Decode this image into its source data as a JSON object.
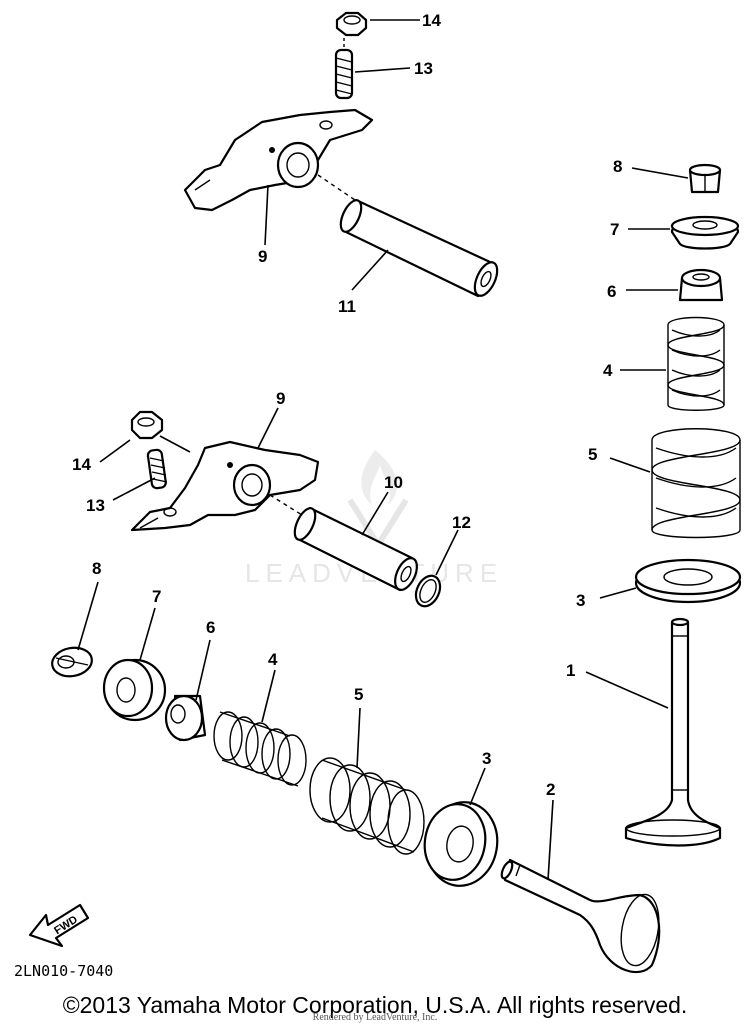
{
  "watermark": {
    "text": "LEADVENTURE"
  },
  "part_code": "2LN010-7040",
  "fwd_label": "FWD",
  "copyright": "©2013 Yamaha Motor Corporation, U.S.A. All rights reserved.",
  "rendered_by": "Rendered by LeadVenture, Inc.",
  "callouts": {
    "upper_14": "14",
    "upper_13": "13",
    "upper_9": "9",
    "upper_11": "11",
    "mid_9": "9",
    "mid_14": "14",
    "mid_13": "13",
    "mid_10": "10",
    "mid_12": "12",
    "right_8": "8",
    "right_7": "7",
    "right_6": "6",
    "right_4": "4",
    "right_5": "5",
    "right_3": "3",
    "right_1": "1",
    "low_8": "8",
    "low_7": "7",
    "low_6": "6",
    "low_4": "4",
    "low_5": "5",
    "low_3": "3",
    "low_2": "2"
  }
}
